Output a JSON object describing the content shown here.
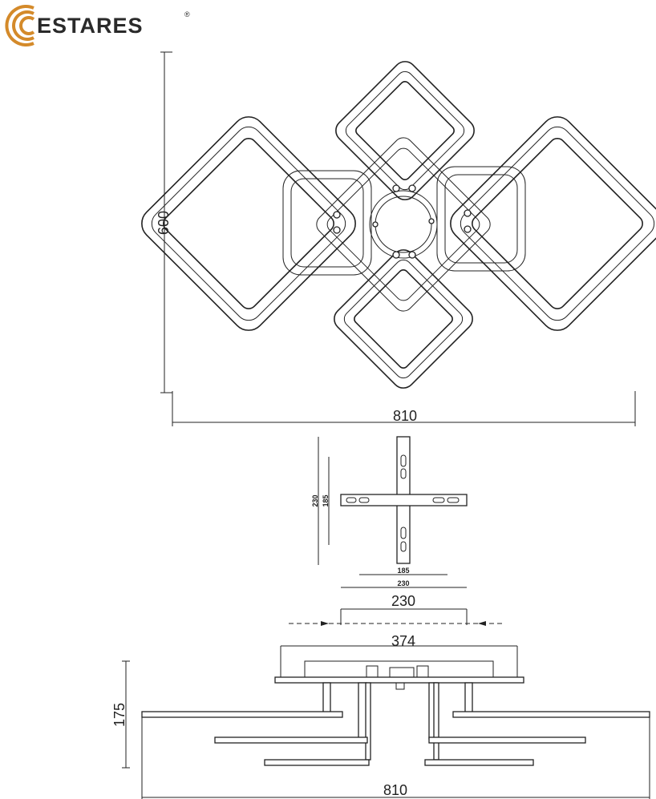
{
  "brand": {
    "name": "STARES",
    "initial": "E",
    "registered": "®",
    "accent": "#d48a2a"
  },
  "dimensions": {
    "top_view_height": "600",
    "top_view_width": "810",
    "mount_outer_height": "230",
    "mount_inner_height": "185",
    "mount_inner_width": "185",
    "mount_outer_width": "230",
    "side_top_width": "230",
    "side_canopy_width": "374",
    "side_height": "175",
    "side_width": "810"
  }
}
